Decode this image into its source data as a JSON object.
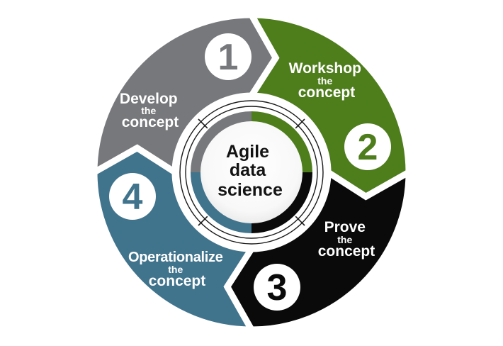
{
  "center": {
    "lines": [
      "Agile",
      "data",
      "science"
    ]
  },
  "segments": [
    {
      "number": "1",
      "action": "Develop",
      "connector": "the",
      "object": "concept",
      "color": "#77787b"
    },
    {
      "number": "2",
      "action": "Workshop",
      "connector": "the",
      "object": "concept",
      "color": "#4e7d1c"
    },
    {
      "number": "3",
      "action": "Prove",
      "connector": "the",
      "object": "concept",
      "color": "#0a0a0a"
    },
    {
      "number": "4",
      "action": "Operationalize",
      "connector": "the",
      "object": "concept",
      "color": "#40738c"
    }
  ],
  "colors": {
    "background": "#ffffff",
    "label_text": "#ffffff",
    "number_circle_fill": "#ffffff",
    "ring_line": "#1a1a1a",
    "center_text": "#141414",
    "center_gradient_inner": "#ffffff",
    "center_gradient_edge": "#d9d9d9"
  }
}
